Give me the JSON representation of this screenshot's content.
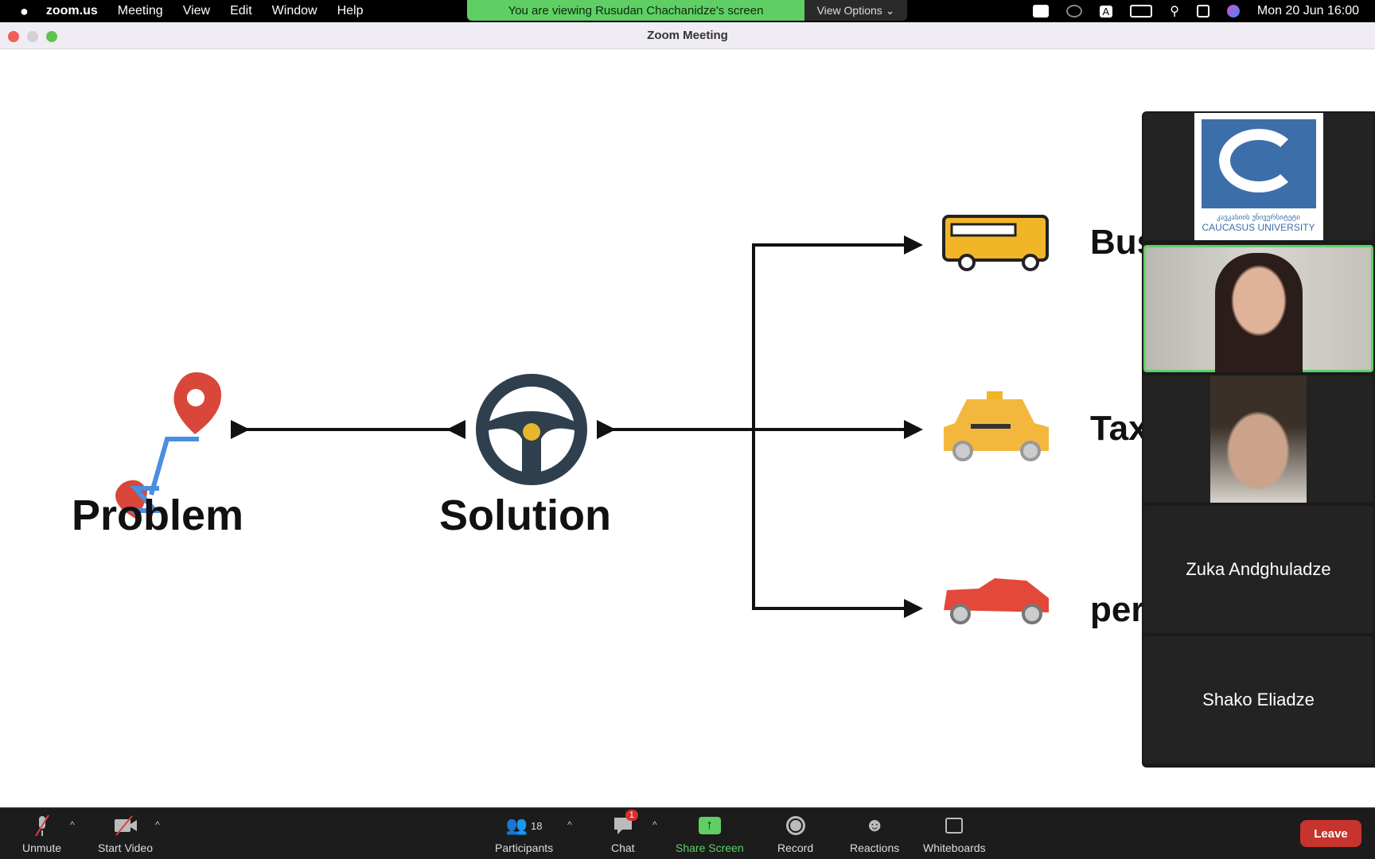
{
  "menubar": {
    "app": "zoom.us",
    "items": [
      "Meeting",
      "View",
      "Edit",
      "Window",
      "Help"
    ],
    "datetime": "Mon 20 Jun  16:00"
  },
  "banner": {
    "text": "You are viewing Rusudan Chachanidze's screen",
    "view_options": "View Options"
  },
  "window": {
    "title": "Zoom Meeting"
  },
  "slide": {
    "problem": "Problem",
    "solution": "Solution",
    "options": [
      "Bus",
      "Tax",
      "per"
    ]
  },
  "participants": {
    "logo_text_georgian": "კავკასიის უნივერსიტეტი",
    "logo_text": "CAUCASUS UNIVERSITY",
    "names": [
      "Zuka Andghuladze",
      "Shako Eliadze"
    ]
  },
  "toolbar": {
    "unmute": "Unmute",
    "start_video": "Start Video",
    "participants": "Participants",
    "participants_count": "18",
    "chat": "Chat",
    "chat_badge": "1",
    "share_screen": "Share Screen",
    "record": "Record",
    "reactions": "Reactions",
    "whiteboards": "Whiteboards",
    "leave": "Leave"
  },
  "colors": {
    "share_green": "#5fcf65",
    "leave_red": "#c7332d",
    "active_speaker": "#5fcf65"
  }
}
